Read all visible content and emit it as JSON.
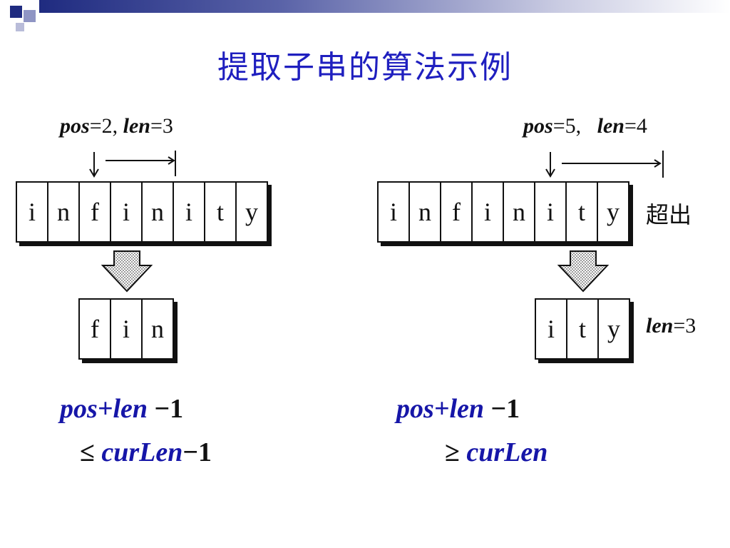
{
  "colors": {
    "title": "#1f1fbf",
    "formula": "#1616a8",
    "header_dark": "#1f2b80",
    "header_mid": "#8f95c4"
  },
  "title": "提取子串的算法示例",
  "left": {
    "params": {
      "pos_var": "pos",
      "pos_eq": "=2,",
      "len_var": "len",
      "len_eq": "=3"
    },
    "source": [
      "i",
      "n",
      "f",
      "i",
      "n",
      "i",
      "t",
      "y"
    ],
    "result": [
      "f",
      "i",
      "n"
    ],
    "formula": {
      "line1_var": "pos+len",
      "line1_tail": "−1",
      "line2_op": "≤",
      "line2_var": "curLen",
      "line2_tail": "−1"
    }
  },
  "right": {
    "params": {
      "pos_var": "pos",
      "pos_eq": "=5,",
      "len_var": "len",
      "len_eq": "=4"
    },
    "source": [
      "i",
      "n",
      "f",
      "i",
      "n",
      "i",
      "t",
      "y"
    ],
    "overflow_label": "超出",
    "result": [
      "i",
      "t",
      "y"
    ],
    "result_len": {
      "var": "len",
      "eq": "=3"
    },
    "formula": {
      "line1_var": "pos+len",
      "line1_tail": "−1",
      "line2_op": "≥",
      "line2_var": "curLen"
    }
  }
}
